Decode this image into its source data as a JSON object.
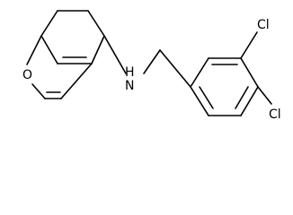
{
  "molecule": {
    "atoms": {
      "oxygen": "O",
      "nitrogen_h": "H",
      "nitrogen": "N",
      "chlorine_top": "Cl",
      "chlorine_bottom": "Cl"
    }
  },
  "colors": {
    "bond": "#000000",
    "label": "#000000",
    "background": "#ffffff"
  }
}
